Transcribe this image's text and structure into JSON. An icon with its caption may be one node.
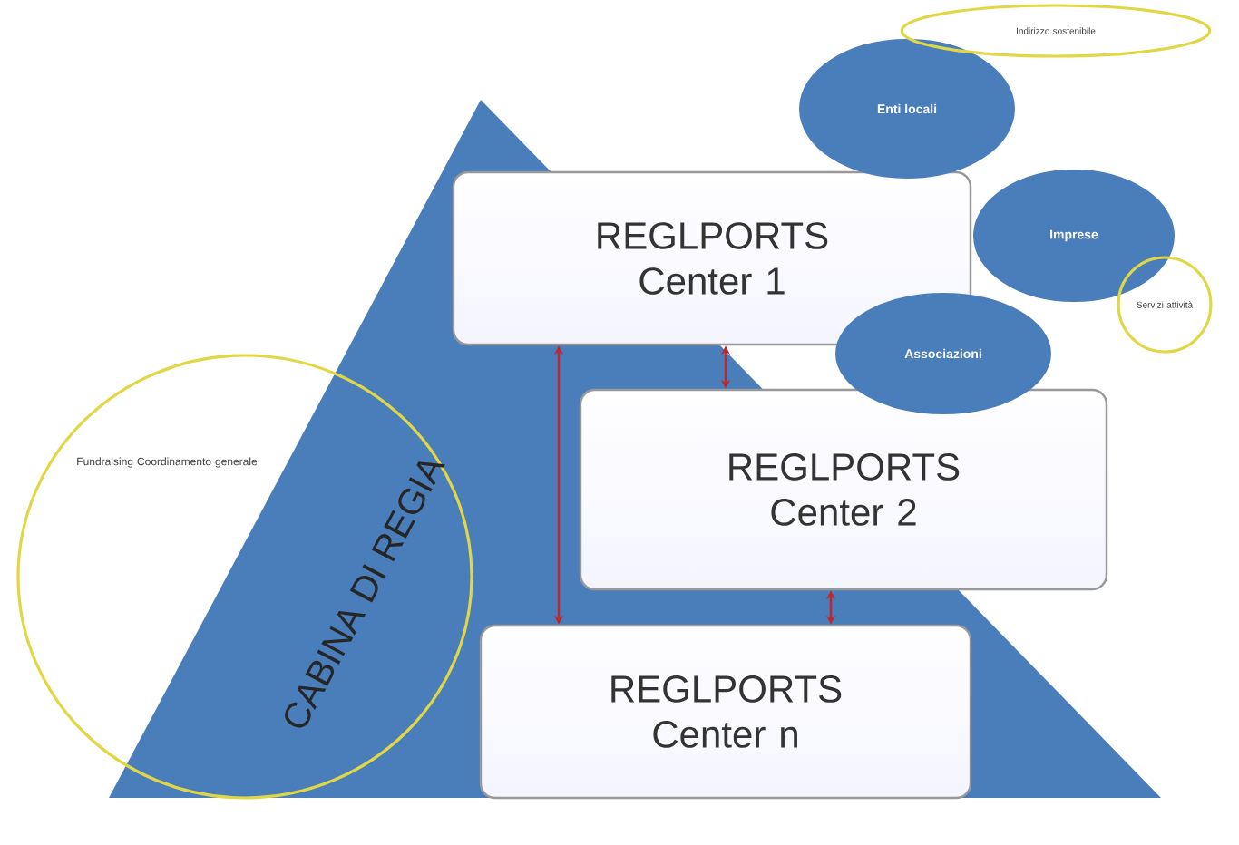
{
  "diagram": {
    "nodes": [
      {
        "text": [
          "Fundraising Coordinamento generale"
        ]
      },
      {
        "text": [
          "REGLPORTS Center 1"
        ]
      },
      {
        "text": [
          "REGLPORTS Center 2"
        ]
      },
      {
        "text": [
          "REGLPORTS Center n"
        ]
      },
      {
        "text": [
          "Enti locali"
        ]
      },
      {
        "text": [
          "Imprese"
        ]
      },
      {
        "text": [
          "Associazioni"
        ]
      },
      {
        "text": [
          "Indirizzo sostenibile"
        ]
      },
      {
        "text": [
          "Servizi attività"
        ]
      }
    ],
    "edges": [
      {
        "from": 1,
        "to": 2,
        "arrow": "both"
      },
      {
        "from": 2,
        "to": 3,
        "arrow": "both"
      },
      {
        "from": 1,
        "to": 3,
        "arrow": "both"
      }
    ],
    "labels": [
      "CABINA DI REGIA"
    ]
  }
}
